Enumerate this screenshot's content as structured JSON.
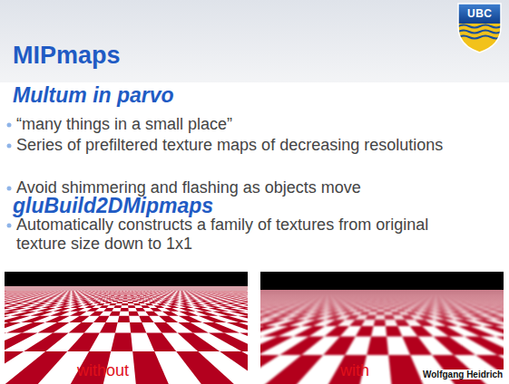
{
  "diagram": {
    "title": "MIPmaps",
    "labels": [
      "UBC",
      "Multum in parvo",
      "“many things in a small place”",
      "Series of prefiltered texture maps of decreasing resolutions",
      "Avoid shimmering and flashing as objects move",
      "gluBuild2DMipmaps",
      "Automatically constructs a family of textures from original texture size down to 1x1",
      "without",
      "with",
      "Wolfgang Heidrich"
    ]
  }
}
